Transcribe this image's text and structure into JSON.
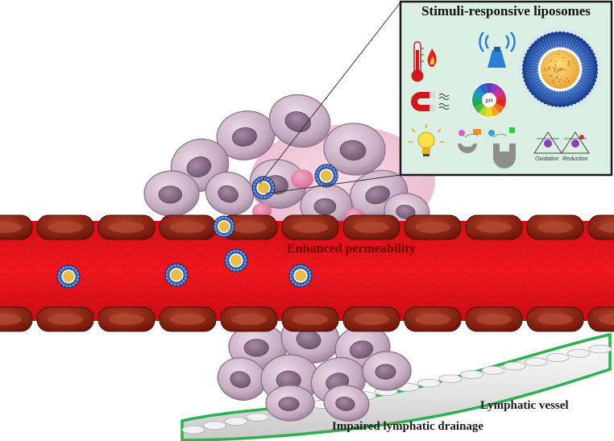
{
  "labels": {
    "inset_title": "Stimuli-responsive liposomes",
    "permeability": "Enhanced permeability",
    "lymphatic_vessel": "Lymphatic vessel",
    "lymphatic_drainage": "Impaired lymphatic drainage",
    "oxidation": "Oxidation",
    "reduction": "Reduction",
    "ph": "pH"
  },
  "icons": [
    "thermometer-icon",
    "ultrasound-icon",
    "magnet-icon",
    "ph-wheel-icon",
    "lightbulb-icon",
    "enzyme-icon",
    "redox-icon"
  ],
  "colors": {
    "blood": "#e8141b",
    "endothelial": "#8a1d10",
    "tumor_cell": "#c8aec2",
    "tumor_nucleus": "#8a6f8a",
    "inset_bg": "#dcefe4",
    "liposome_shell": "#2d4f9e",
    "liposome_core": "#e6bc4a",
    "lymph_outline": "#2db04f"
  }
}
